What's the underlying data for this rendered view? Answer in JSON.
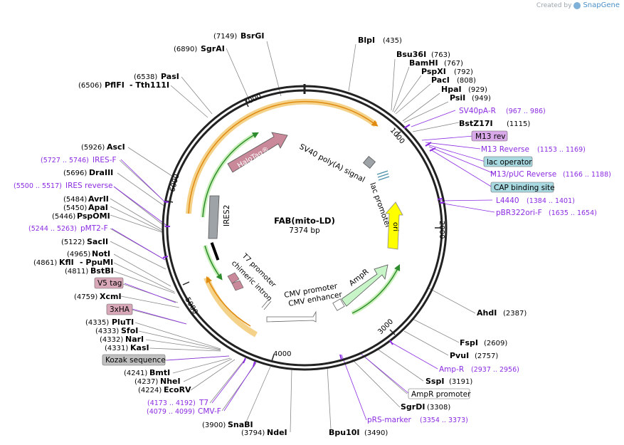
{
  "watermark": {
    "created_by": "Created by",
    "brand": "SnapGene"
  },
  "plasmid": {
    "name": "FAB(mito-LD)",
    "size": "7374 bp"
  },
  "ticks": [
    "1000",
    "2000",
    "3000",
    "4000",
    "5000",
    "6000",
    "7000"
  ],
  "features": {
    "halotag": "HaloTag®",
    "sv40": "SV40 poly(A) signal",
    "lac_promoter": "lac promoter",
    "ori": "ori",
    "ires2": "IRES2",
    "t7_promoter": "T7 promoter",
    "chimeric_intron": "chimeric intron",
    "cmv_promoter": "CMV promoter",
    "cmv_enhancer": "CMV enhancer",
    "ampr": "AmpR"
  },
  "left_labels": [
    {
      "pos": "(7149)",
      "name": "BsrGI"
    },
    {
      "pos": "(6890)",
      "name": "SgrAI"
    },
    {
      "pos": "(6538)",
      "name": "PasI"
    },
    {
      "pos": "(6506)",
      "name": "PflFI",
      "name2": "- Tth111I"
    },
    {
      "pos": "(5926)",
      "name": "AscI"
    },
    {
      "pos": "(5727 .. 5746)",
      "name": "IRES-F",
      "primer": true
    },
    {
      "pos": "(5696)",
      "name": "DraIII"
    },
    {
      "pos": "(5500 .. 5517)",
      "name": "IRES reverse",
      "primer": true
    },
    {
      "pos": "(5484)",
      "name": "AvrII"
    },
    {
      "pos": "(5450)",
      "name": "ApaI"
    },
    {
      "pos": "(5446)",
      "name": "PspOMI"
    },
    {
      "pos": "(5244 .. 5263)",
      "name": "pMT2-F",
      "primer": true
    },
    {
      "pos": "(5122)",
      "name": "SacII"
    },
    {
      "pos": "(4965)",
      "name": "NotI"
    },
    {
      "pos": "(4861)",
      "name": "KflI",
      "name2": "- PpuMI"
    },
    {
      "pos": "(4811)",
      "name": "BstBI"
    },
    {
      "pos": "(4759)",
      "name": "XcmI"
    },
    {
      "pos": "(4335)",
      "name": "PluTI"
    },
    {
      "pos": "(4333)",
      "name": "SfoI"
    },
    {
      "pos": "(4332)",
      "name": "NarI"
    },
    {
      "pos": "(4331)",
      "name": "KasI"
    },
    {
      "pos": "(4241)",
      "name": "BmtI"
    },
    {
      "pos": "(4237)",
      "name": "NheI"
    },
    {
      "pos": "(4224)",
      "name": "EcoRV"
    },
    {
      "pos": "(4173 .. 4192)",
      "name": "T7",
      "primer": true
    },
    {
      "pos": "(4079 .. 4099)",
      "name": "CMV-F",
      "primer": true
    },
    {
      "pos": "(3900)",
      "name": "SnaBI"
    },
    {
      "pos": "(3794)",
      "name": "NdeI"
    }
  ],
  "left_boxes": [
    "V5 tag",
    "3xHA",
    "Kozak sequence"
  ],
  "right_labels": [
    {
      "name": "BlpI",
      "pos": "(435)"
    },
    {
      "name": "Bsu36I",
      "pos": "(763)"
    },
    {
      "name": "BamHI",
      "pos": "(767)"
    },
    {
      "name": "PspXI",
      "pos": "(792)"
    },
    {
      "name": "PacI",
      "pos": "(808)"
    },
    {
      "name": "HpaI",
      "pos": "(929)"
    },
    {
      "name": "PsiI",
      "pos": "(949)"
    },
    {
      "name": "SV40pA-R",
      "pos": "(967 .. 986)",
      "primer": true
    },
    {
      "name": "BstZ17I",
      "pos": "(1115)"
    },
    {
      "name": "M13 Reverse",
      "pos": "(1153 .. 1169)",
      "primer": true
    },
    {
      "name": "M13/pUC Reverse",
      "pos": "(1166 .. 1188)",
      "primer": true
    },
    {
      "name": "L4440",
      "pos": "(1384 .. 1401)",
      "primer": true
    },
    {
      "name": "pBR322ori-F",
      "pos": "(1635 .. 1654)",
      "primer": true
    },
    {
      "name": "AhdI",
      "pos": "(2387)"
    },
    {
      "name": "FspI",
      "pos": "(2609)"
    },
    {
      "name": "PvuI",
      "pos": "(2757)"
    },
    {
      "name": "Amp-R",
      "pos": "(2937 .. 2956)",
      "primer": true
    },
    {
      "name": "SspI",
      "pos": "(3191)"
    },
    {
      "name": "SgrDI",
      "pos": "(3308)"
    },
    {
      "name": "pRS-marker",
      "pos": "(3354 .. 3373)",
      "primer": true
    },
    {
      "name": "Bpu10I",
      "pos": "(3490)"
    }
  ],
  "right_boxes": [
    "M13 rev",
    "lac operator",
    "CAP binding site",
    "AmpR promoter"
  ],
  "colors": {
    "backbone": "#222222",
    "primer": "#8a2be2",
    "halotag": "#c9899a",
    "orange_feature": "#f0a830",
    "green_arrow": "#2e8b2e",
    "ori": "#ffff00",
    "ampr": "#c8f5c8",
    "ires": "#9ea3a8",
    "m13_box": "#d8a8e8",
    "lac_box": "#a8d8e0",
    "tag_box": "#d8a8b8"
  }
}
